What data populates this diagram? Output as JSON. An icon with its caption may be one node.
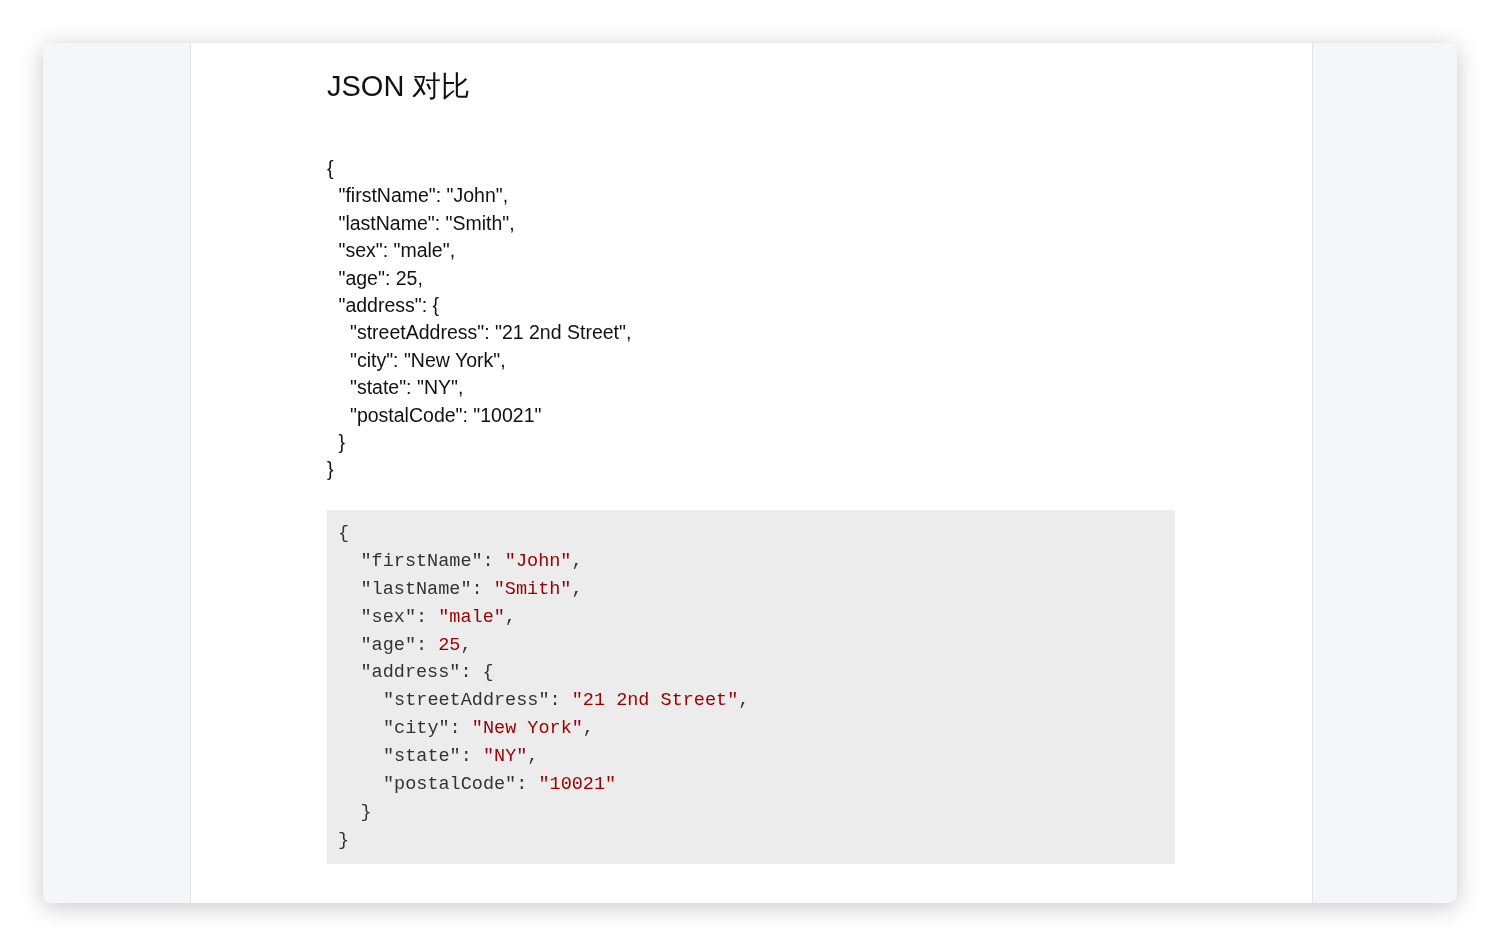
{
  "diagram": {
    "title": "JSON 对比",
    "labels": [
      "{",
      "\"firstName\": \"John\",",
      "\"lastName\": \"Smith\",",
      "\"sex\": \"male\",",
      "\"age\": 25,",
      "\"address\": {",
      "\"streetAddress\": \"21 2nd Street\",",
      "\"city\": \"New York\",",
      "\"state\": \"NY\",",
      "\"postalCode\": \"10021\"",
      "}",
      "}",
      "{",
      "\"firstName\": \"John\",",
      "\"lastName\": \"Smith\",",
      "\"sex\": \"male\",",
      "\"age\": 25,",
      "\"address\": {",
      "\"streetAddress\": \"21 2nd Street\",",
      "\"city\": \"New York\",",
      "\"state\": \"NY\",",
      "\"postalCode\": \"10021\"",
      "}",
      "}"
    ]
  }
}
